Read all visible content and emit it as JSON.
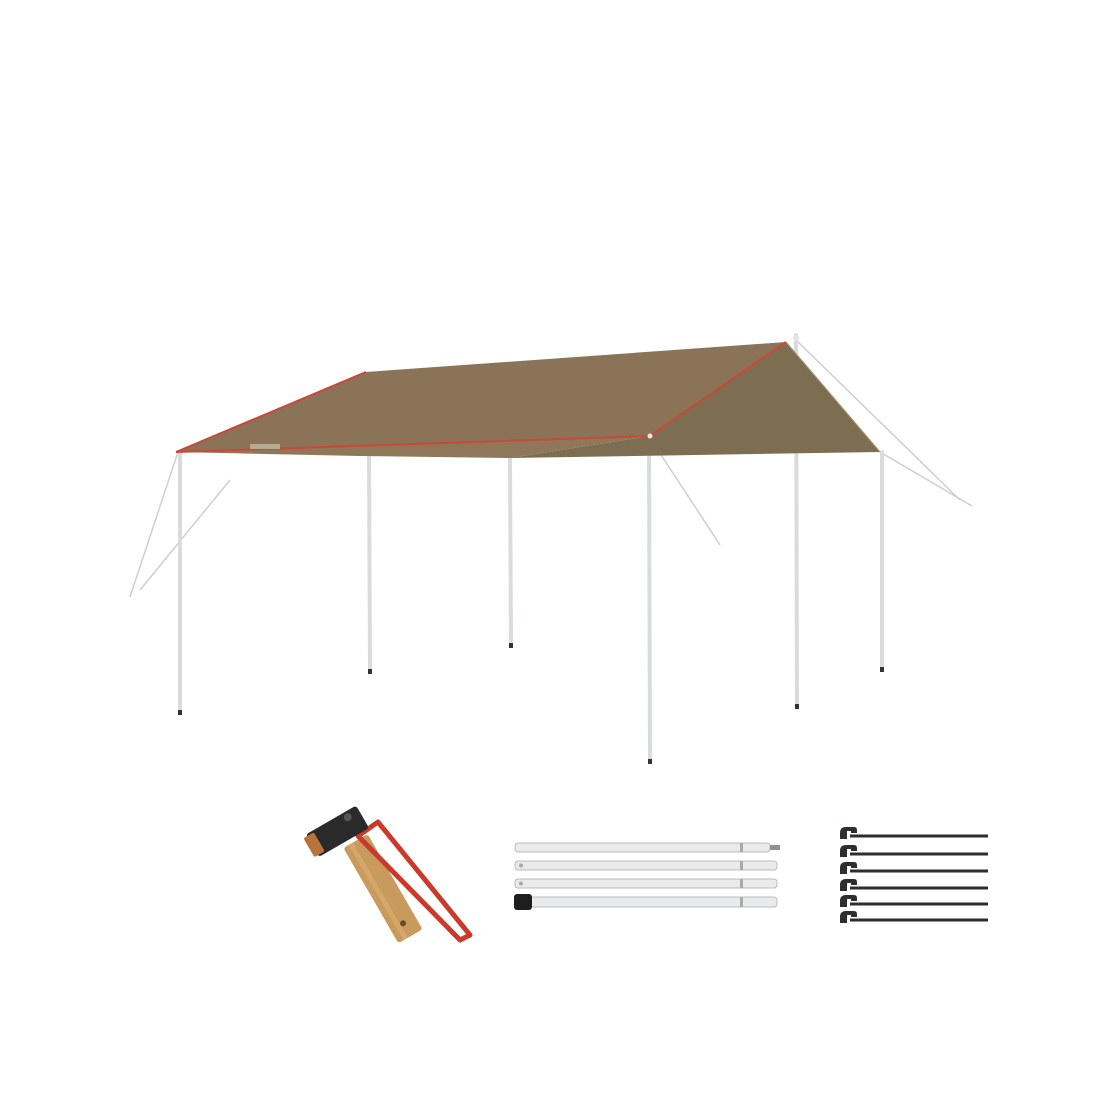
{
  "product": {
    "components": [
      {
        "name": "tarp-shelter"
      },
      {
        "name": "peg-hammer"
      },
      {
        "name": "tent-poles"
      },
      {
        "name": "tent-pegs"
      }
    ]
  },
  "colors": {
    "background": "#ffffff",
    "tarp_top": "#8b7357",
    "tarp_shade": "#7a6a4e",
    "tarp_trim": "#c9483a",
    "pole": "#d9dcde",
    "hammer_wood": "#c89a5c",
    "hammer_strap": "#c93a2a",
    "peg": "#2b2f2e"
  },
  "counts": {
    "tarp_poles": 6,
    "packed_pole_sections": 4,
    "pegs": 6
  }
}
